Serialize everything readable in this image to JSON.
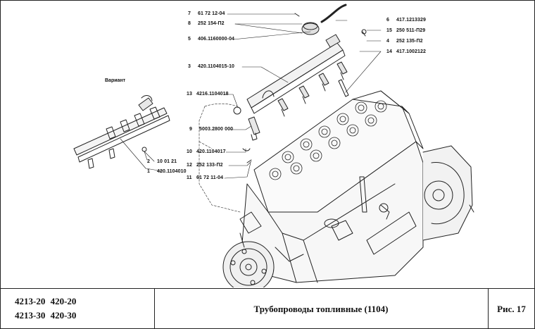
{
  "callouts": [
    {
      "num": "7",
      "code": "61 72 12-04"
    },
    {
      "num": "8",
      "code": "252 154-П2"
    },
    {
      "num": "5",
      "code": "406.1160000-04"
    },
    {
      "num": "3",
      "code": "420.1104015-10"
    },
    {
      "num": "13",
      "code": "4216.1104018"
    },
    {
      "num": "9",
      "code": "5003.2800 000"
    },
    {
      "num": "10",
      "code": "420.1104017"
    },
    {
      "num": "12",
      "code": "252 133-П2"
    },
    {
      "num": "11",
      "code": "61 72 11-04"
    },
    {
      "num": "6",
      "code": "417.1213329"
    },
    {
      "num": "15",
      "code": "250 511-П29"
    },
    {
      "num": "4",
      "code": "252 135-П2"
    },
    {
      "num": "14",
      "code": "417.1002122"
    },
    {
      "num": "2",
      "code": "10 01 21"
    },
    {
      "num": "1",
      "code": "420.1104010"
    }
  ],
  "variant_label": "Вариант",
  "footer": {
    "models_line1": "4213-20  420-20",
    "models_line2": "4213-30  420-30",
    "title": "Трубопроводы топливные (1104)",
    "figure": "Рис. 17"
  },
  "icons": [
    "fuel-rail-drawing",
    "engine-drawing",
    "injector-drawing",
    "filter-drawing"
  ]
}
